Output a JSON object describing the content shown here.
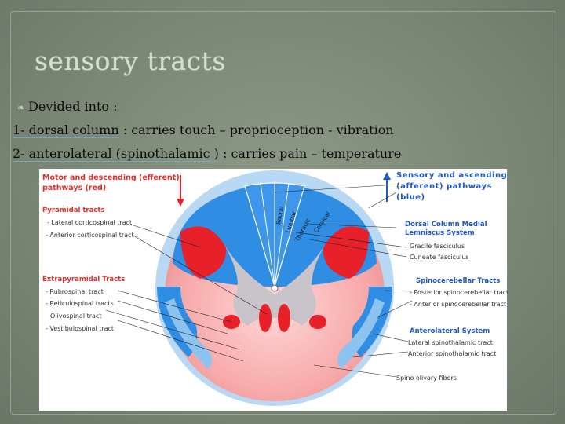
{
  "slide": {
    "title": "sensory tracts",
    "bullet_glyph": "❧",
    "bullet": "Devided into :",
    "line1_term": "1- dorsal column",
    "line1_desc": " : carries touch – proprioception - vibration",
    "line2_term": "2- anterolateral (spinothalamic )",
    "line2_desc": " : carries pain – temperature"
  },
  "diagram": {
    "left": {
      "header": [
        "Motor and descending (efferent)",
        "pathways   (red)"
      ],
      "pyramidal_title": "Pyramidal tracts",
      "pyramidal_items": [
        "- Lateral corticospinal tract",
        "- Anterior corticospinal tract"
      ],
      "extrapyramidal_title": "Extrapyramidal Tracts",
      "extrapyramidal_items": [
        "- Rubrospinal tract",
        "- Reticulospinal tracts",
        "Olivospinal tract",
        "- Vestibulospinal tract"
      ]
    },
    "right": {
      "header": [
        "Sensory and ascending",
        "(afferent) pathways",
        "(blue)"
      ],
      "dorsal_title": [
        "Dorsal Column Medial",
        "Lemniscus System"
      ],
      "dorsal_items": [
        "Gracile fasciculus",
        "Cuneate fasciculus"
      ],
      "spinocerebellar_title": "Spinocerebellar Tracts",
      "spinocerebellar_items": [
        "- Posterior spinocerebellar tract",
        "- Anterior spinocerebellar tract"
      ],
      "anterolateral_title": "Anterolateral System",
      "anterolateral_items": [
        "Lateral spinothalamic tract",
        "Anterior spinothalamic tract"
      ],
      "spino_olivary": "Spino olivary fibers"
    },
    "segment_labels": [
      "Sacral",
      "Lumbar",
      "Thoracic",
      "Cervical"
    ],
    "colors": {
      "efferent": "#e8202a",
      "afferent": "#2a8ae0",
      "light_blue": "#8cc3f0",
      "grey_matter": "#c9c4c9"
    }
  }
}
